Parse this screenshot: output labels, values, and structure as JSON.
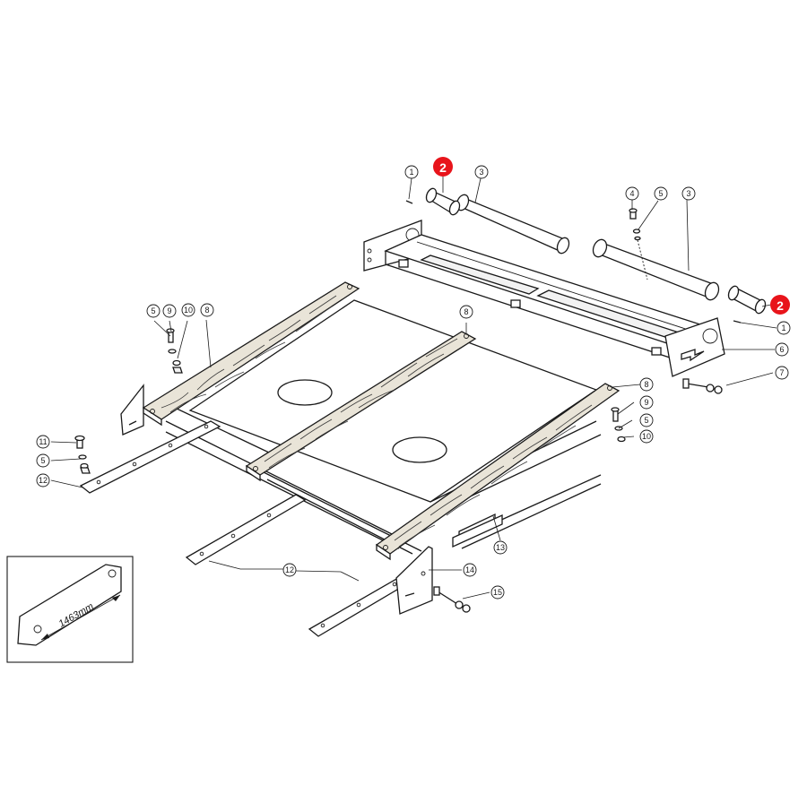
{
  "callouts": [
    {
      "label": "1",
      "highlight": false
    },
    {
      "label": "2",
      "highlight": true
    },
    {
      "label": "3",
      "highlight": false
    },
    {
      "label": "4",
      "highlight": false
    },
    {
      "label": "5",
      "highlight": false
    },
    {
      "label": "3",
      "highlight": false
    },
    {
      "label": "2",
      "highlight": true
    },
    {
      "label": "1",
      "highlight": false
    },
    {
      "label": "6",
      "highlight": false
    },
    {
      "label": "7",
      "highlight": false
    },
    {
      "label": "5",
      "highlight": false
    },
    {
      "label": "9",
      "highlight": false
    },
    {
      "label": "10",
      "highlight": false
    },
    {
      "label": "8",
      "highlight": false
    },
    {
      "label": "8",
      "highlight": false
    },
    {
      "label": "8",
      "highlight": false
    },
    {
      "label": "9",
      "highlight": false
    },
    {
      "label": "5",
      "highlight": false
    },
    {
      "label": "10",
      "highlight": false
    },
    {
      "label": "11",
      "highlight": false
    },
    {
      "label": "5",
      "highlight": false
    },
    {
      "label": "12",
      "highlight": false
    },
    {
      "label": "13",
      "highlight": false
    },
    {
      "label": "12",
      "highlight": false
    },
    {
      "label": "14",
      "highlight": false
    },
    {
      "label": "15",
      "highlight": false
    }
  ],
  "inset": {
    "dimension_label": "1463mm"
  },
  "colors": {
    "highlight": "#e8141b",
    "line": "#1a1a1a"
  }
}
